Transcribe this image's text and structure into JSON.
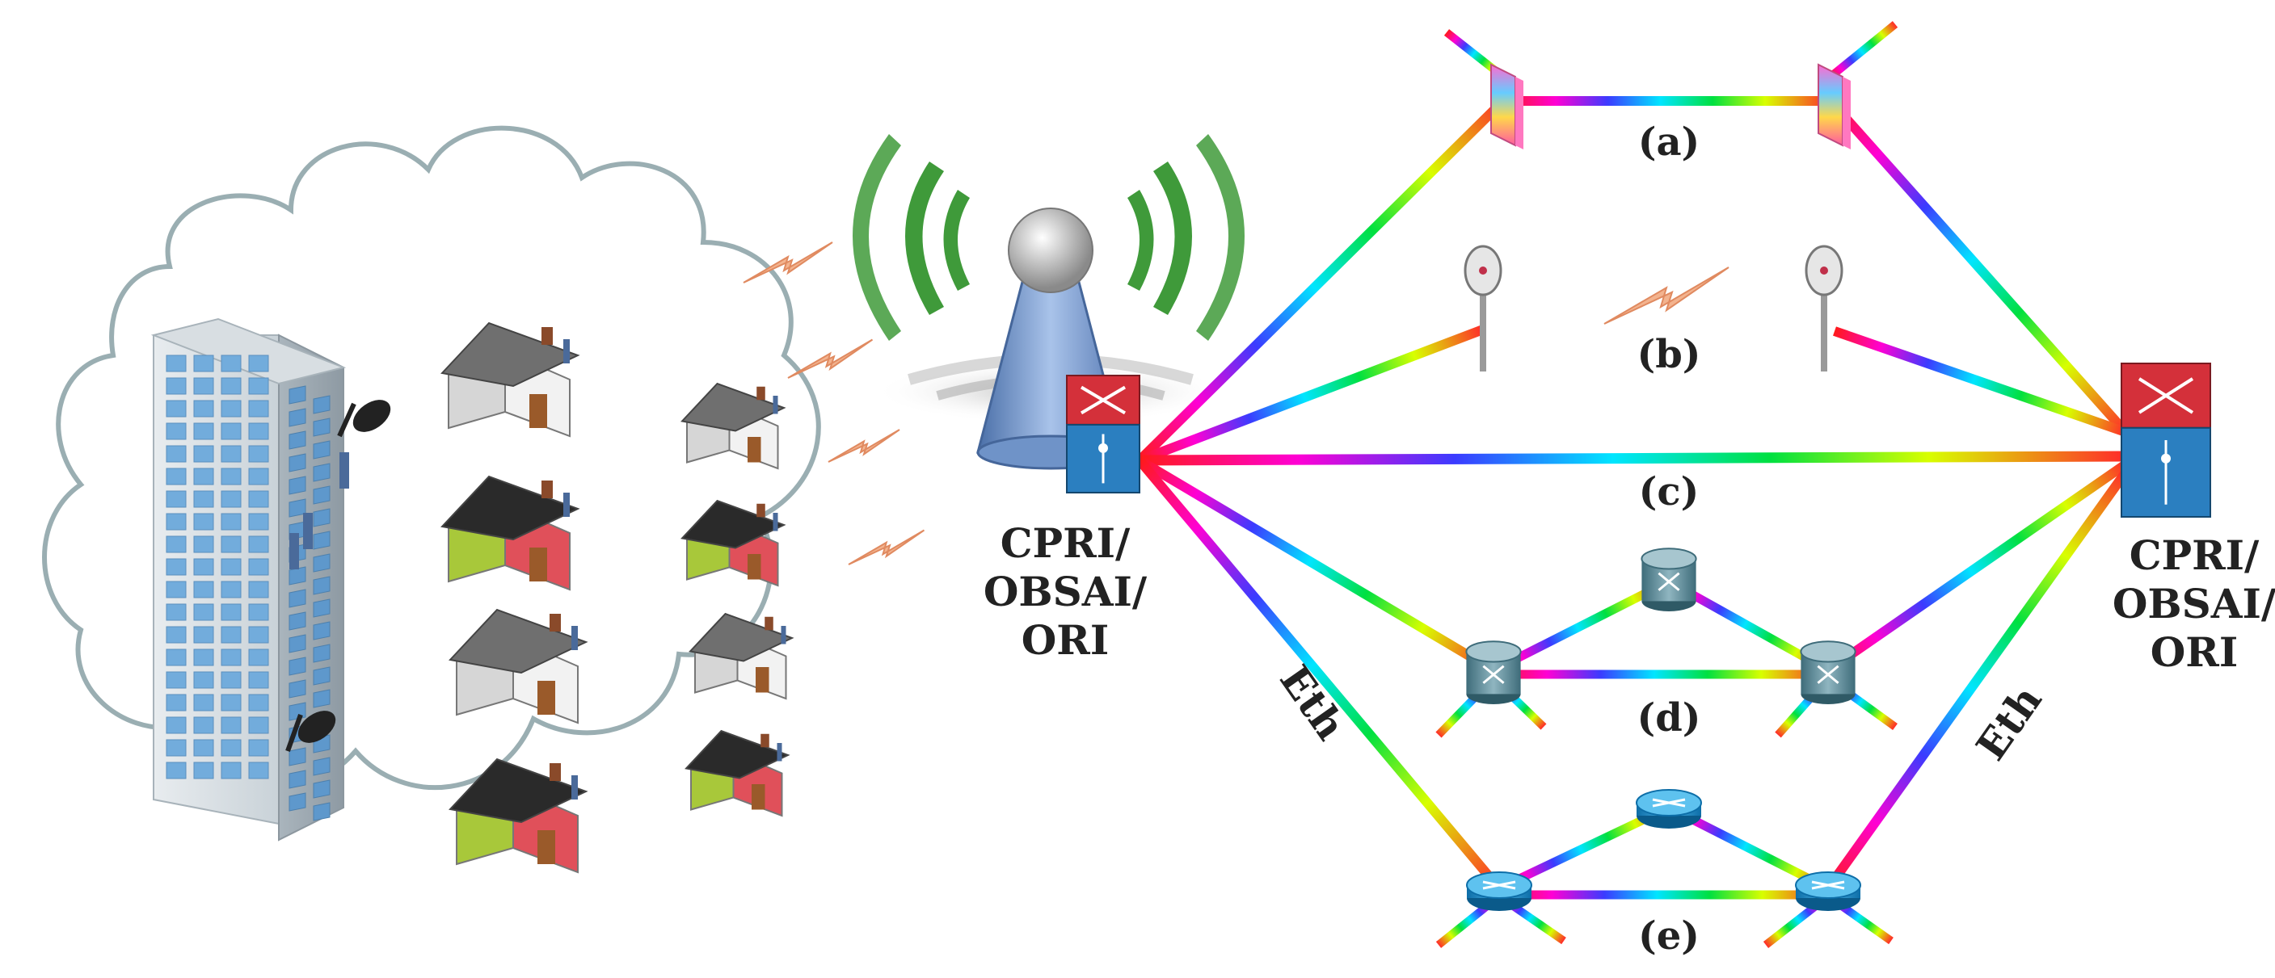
{
  "labels": {
    "a": "(a)",
    "b": "(b)",
    "c": "(c)",
    "d": "(d)",
    "e": "(e)",
    "cpri_left": [
      "CPRI/",
      "OBSAI/",
      "ORI"
    ],
    "cpri_right": [
      "CPRI/",
      "OBSAI/",
      "ORI"
    ],
    "eth_left": "Eth",
    "eth_right": "Eth"
  },
  "icons": {
    "cloud": "cloud",
    "building": "office-building-icon",
    "house": "house-icon",
    "radio_tower": "radio-tower-icon",
    "switch": "network-switch-icon",
    "mirror": "optical-mirror-icon",
    "dish": "microwave-dish-icon",
    "router": "router-icon"
  },
  "colors": {
    "cloud_stroke": "#9aaeb2",
    "building_glass": "#6ea8d8",
    "house_gray_roof": "#6f6f6f",
    "house_red_wall": "#e0505a",
    "house_green_trim": "#a8c83a",
    "tower_blue": "#6f93c8",
    "signal_green": "#3f9a3a",
    "switch_red": "#d4303a",
    "switch_blue": "#2b7fc0",
    "wireless_bolt": "#f0b090"
  }
}
